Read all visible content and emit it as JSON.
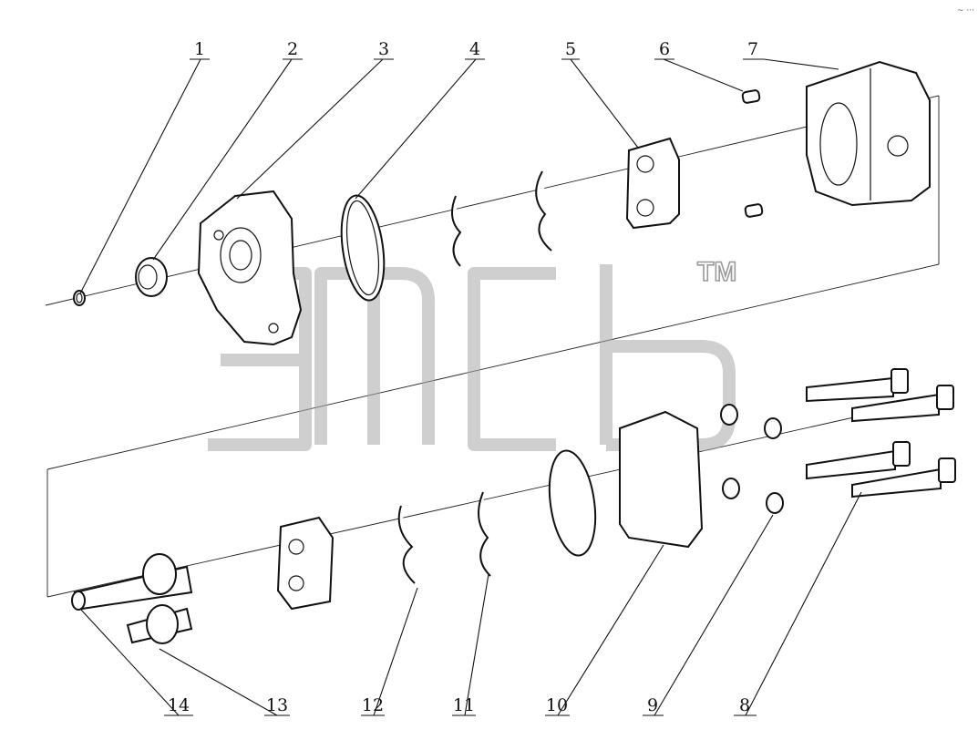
{
  "diagram": {
    "callouts": [
      "1",
      "2",
      "3",
      "4",
      "5",
      "6",
      "7",
      "8",
      "9",
      "10",
      "11",
      "12",
      "13",
      "14"
    ],
    "watermark_mark": "TM",
    "corner_mark": "~ ···"
  },
  "colors": {
    "line": "#111111",
    "watermark": "#a8a8a8",
    "background": "#ffffff"
  }
}
